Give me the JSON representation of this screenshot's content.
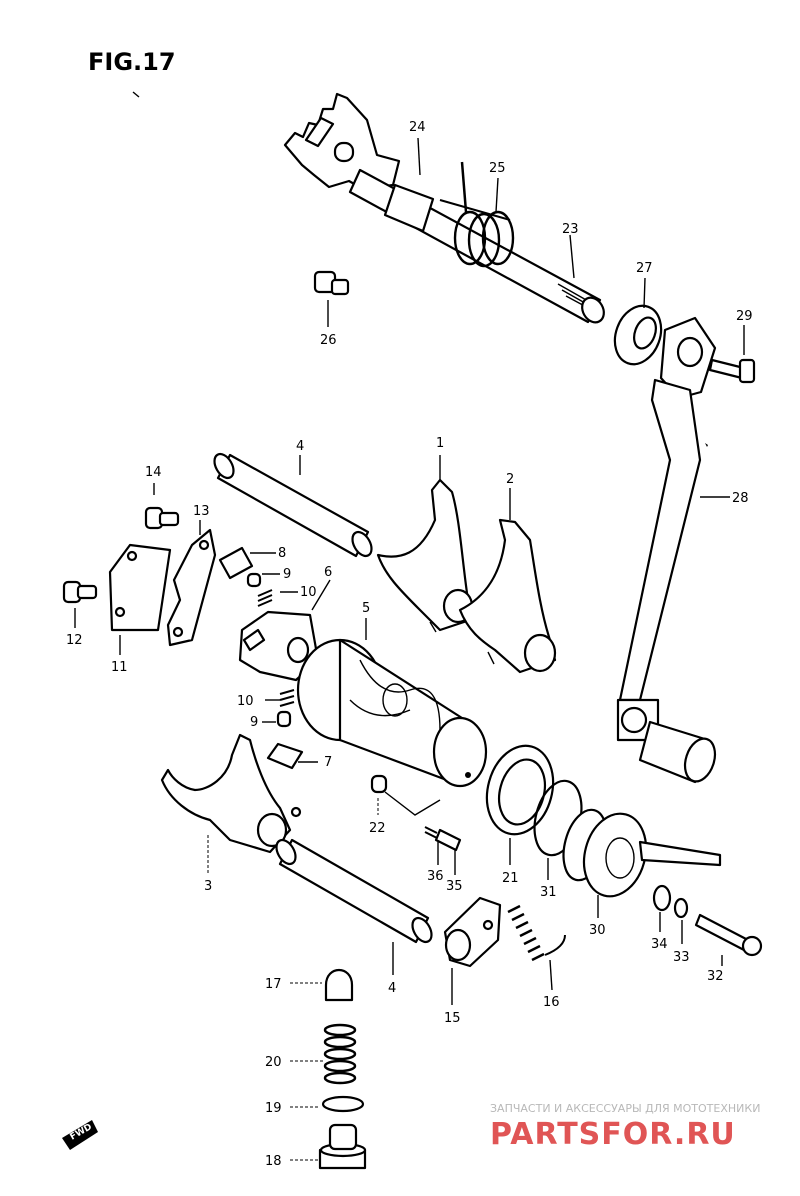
{
  "figure": {
    "title": "FIG.17"
  },
  "callouts": [
    {
      "id": "1",
      "text": "1"
    },
    {
      "id": "2",
      "text": "2"
    },
    {
      "id": "3",
      "text": "3"
    },
    {
      "id": "4a",
      "text": "4"
    },
    {
      "id": "4b",
      "text": "4"
    },
    {
      "id": "5",
      "text": "5"
    },
    {
      "id": "6",
      "text": "6"
    },
    {
      "id": "7",
      "text": "7"
    },
    {
      "id": "8",
      "text": "8"
    },
    {
      "id": "9a",
      "text": "9"
    },
    {
      "id": "9b",
      "text": "9"
    },
    {
      "id": "10a",
      "text": "10"
    },
    {
      "id": "10b",
      "text": "10"
    },
    {
      "id": "11",
      "text": "11"
    },
    {
      "id": "12",
      "text": "12"
    },
    {
      "id": "13",
      "text": "13"
    },
    {
      "id": "14",
      "text": "14"
    },
    {
      "id": "15",
      "text": "15"
    },
    {
      "id": "16",
      "text": "16"
    },
    {
      "id": "17",
      "text": "17"
    },
    {
      "id": "18",
      "text": "18"
    },
    {
      "id": "19",
      "text": "19"
    },
    {
      "id": "20",
      "text": "20"
    },
    {
      "id": "21",
      "text": "21"
    },
    {
      "id": "22",
      "text": "22"
    },
    {
      "id": "23",
      "text": "23"
    },
    {
      "id": "24",
      "text": "24"
    },
    {
      "id": "25",
      "text": "25"
    },
    {
      "id": "26",
      "text": "26"
    },
    {
      "id": "27",
      "text": "27"
    },
    {
      "id": "28",
      "text": "28"
    },
    {
      "id": "29",
      "text": "29"
    },
    {
      "id": "30",
      "text": "30"
    },
    {
      "id": "31",
      "text": "31"
    },
    {
      "id": "32",
      "text": "32"
    },
    {
      "id": "33",
      "text": "33"
    },
    {
      "id": "34",
      "text": "34"
    },
    {
      "id": "35",
      "text": "35"
    },
    {
      "id": "36",
      "text": "36"
    }
  ],
  "direction_badge": {
    "text": "FWD"
  },
  "watermark": {
    "caption": "ЗАПЧАСТИ И АКСЕССУАРЫ ДЛЯ МОТОТЕХНИКИ",
    "brand": "PARTSFOR.RU",
    "brand_color": "#e05555"
  }
}
